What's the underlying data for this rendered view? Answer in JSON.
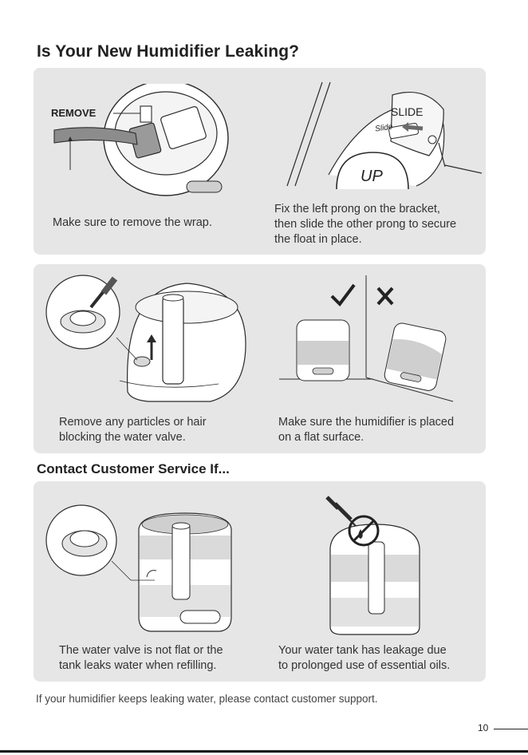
{
  "page": {
    "title": "Is Your New Humidifier Leaking?",
    "subtitle": "Contact Customer Service If...",
    "footer_note": "If your humidifier keeps leaking water, please contact customer support.",
    "page_number": "10"
  },
  "panel1": {
    "remove_label": "REMOVE",
    "slide_label": "SLIDE",
    "slide_small_label": "Slide",
    "up_label": "UP",
    "caption_left": "Make sure to remove the wrap.",
    "caption_right_lines": [
      "Fix the left prong on the bracket,",
      "then slide the other prong to secure",
      "the float in place."
    ]
  },
  "panel2": {
    "caption_left_lines": [
      "Remove any particles or hair",
      "blocking the water valve."
    ],
    "caption_right_lines": [
      "Make sure the humidifier is placed",
      "on a flat surface."
    ],
    "check_icon": "check-icon",
    "cross_icon": "cross-icon"
  },
  "panel3": {
    "caption_left_lines": [
      "The water valve is not flat or the",
      "tank leaks water when refilling."
    ],
    "caption_right_lines": [
      "Your water tank has leakage due",
      "to prolonged use of essential oils."
    ],
    "no_oil_icon": "no-essential-oil-icon"
  },
  "colors": {
    "panel_bg": "#e6e6e6",
    "water": "#cfcfcf",
    "line": "#2b2b2b"
  }
}
